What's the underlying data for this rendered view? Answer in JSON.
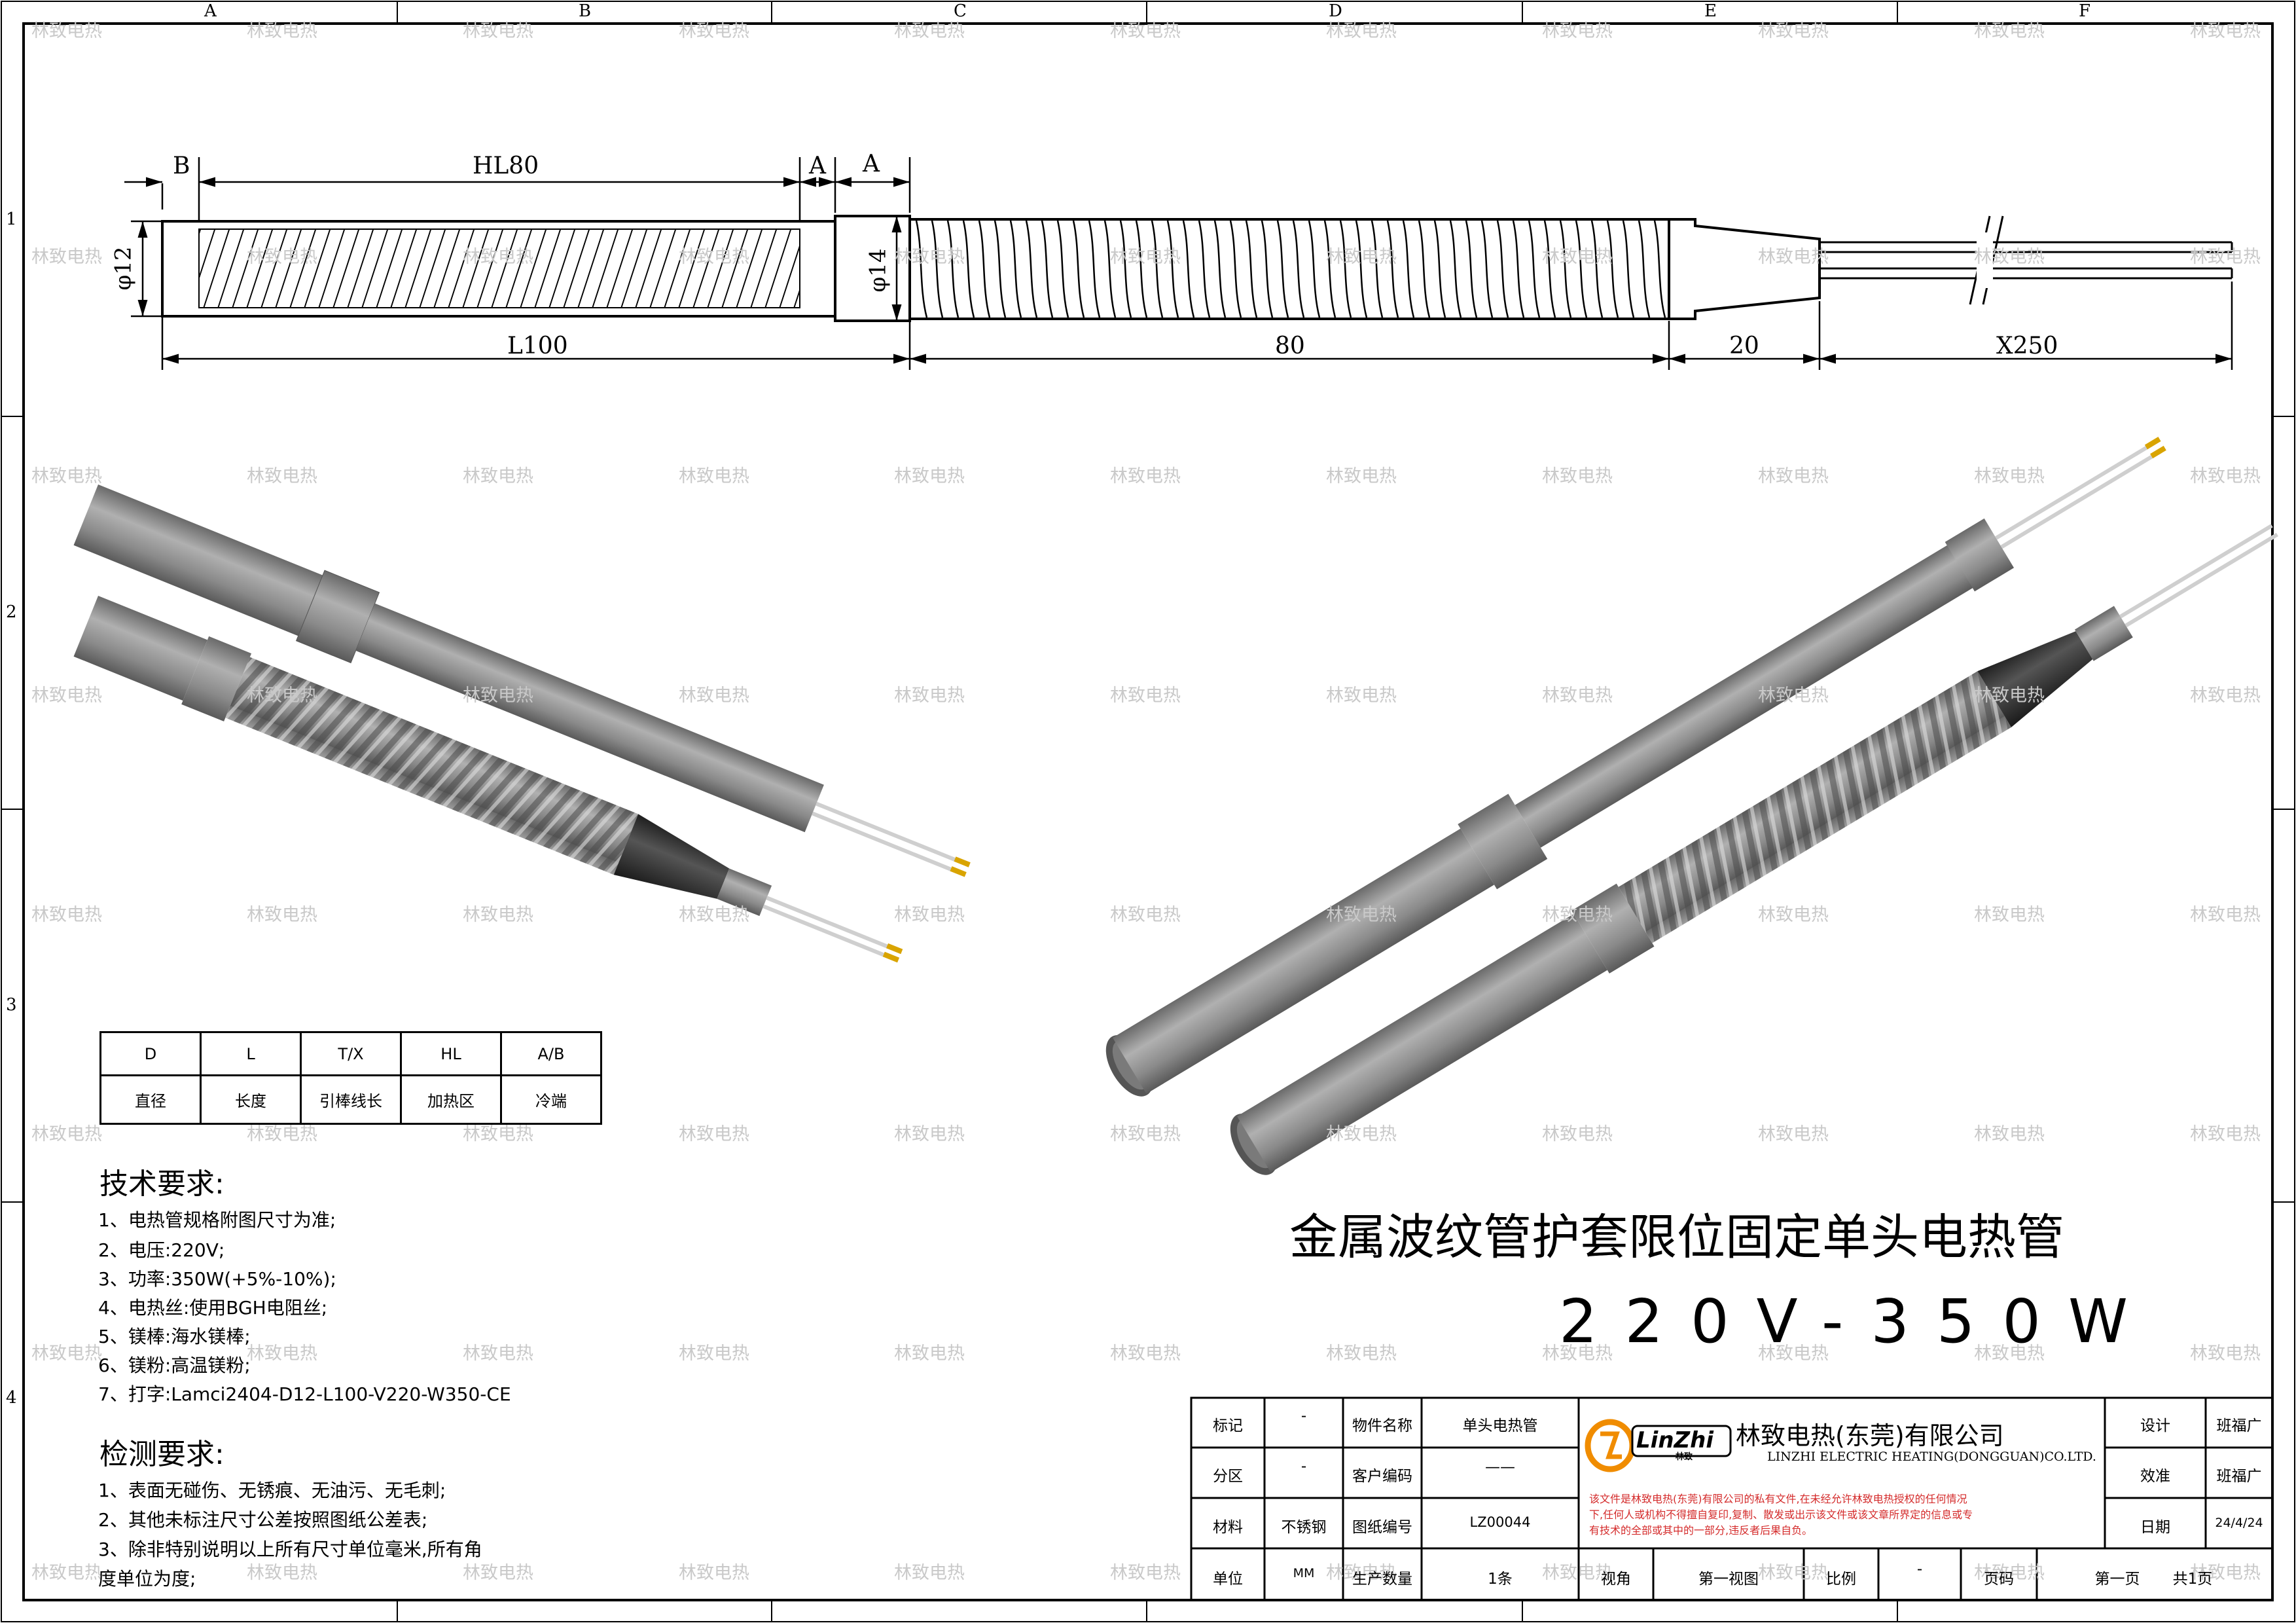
{
  "grid": {
    "columns": [
      "A",
      "B",
      "C",
      "D",
      "E",
      "F"
    ],
    "rows": [
      "1",
      "2",
      "3",
      "4"
    ]
  },
  "watermark": "林致电热",
  "dimensions": {
    "b": "B",
    "hl": "HL80",
    "a1": "A",
    "a2": "A",
    "d12": "φ12",
    "d14": "φ14",
    "l100": "L100",
    "len80": "80",
    "len20": "20",
    "x250": "X250"
  },
  "spec_table": {
    "headers": [
      "D",
      "L",
      "T/X",
      "HL",
      "A/B"
    ],
    "values": [
      "直径",
      "长度",
      "引棒线长",
      "加热区",
      "冷端"
    ]
  },
  "tech_requirements": {
    "title": "技术要求:",
    "items": [
      "1、电热管规格附图尺寸为准;",
      "2、电压:220V;",
      "3、功率:350W(+5%-10%);",
      "4、电热丝:使用BGH电阻丝;",
      "5、镁棒:海水镁棒;",
      "6、镁粉:高温镁粉;",
      "7、打字:Lamci2404-D12-L100-V220-W350-CE"
    ]
  },
  "inspection_requirements": {
    "title": "检测要求:",
    "items": [
      "1、表面无碰伤、无锈痕、无油污、无毛刺;",
      "2、其他未标注尺寸公差按照图纸公差表;",
      "3、除非特别说明以上所有尺寸单位毫米,所有角",
      "度单位为度;"
    ]
  },
  "product_title": "金属波纹管护套限位固定单头电热管",
  "product_subtitle": "220V-350W",
  "title_block": {
    "mark_label": "标记",
    "mark_value": "-",
    "zone_label": "分区",
    "zone_value": "-",
    "material_label": "材料",
    "material_value": "不锈钢",
    "unit_label": "单位",
    "unit_value": "MM",
    "part_name_label": "物件名称",
    "part_name_value": "单头电热管",
    "customer_code_label": "客户编码",
    "customer_code_value": "——",
    "drawing_no_label": "图纸编号",
    "drawing_no_value": "LZ00044",
    "qty_label": "生产数量",
    "qty_value": "1条",
    "view_label": "视角",
    "view_value": "第一视图",
    "scale_label": "比例",
    "scale_value": "-",
    "page_label": "页码",
    "page_value": "第一页",
    "page_total": "共1页",
    "design_label": "设计",
    "design_value": "班福广",
    "check_label": "效准",
    "check_value": "班福广",
    "date_label": "日期",
    "date_value": "24/4/24",
    "logo_text": "LinZhi",
    "logo_sub": "林致",
    "company_cn": "林致电热(东莞)有限公司",
    "company_en": "LINZHI ELECTRIC HEATING(DONGGUAN)CO.LTD.",
    "notice": [
      "该文件是林致电热(东莞)有限公司的私有文件,在未经允许林致电热授权的任何情况",
      "下,任何人或机构不得擅自复印,复制、散发或出示该文件或该文章所界定的信息或专",
      "有技术的全部或其中的一部分,违反者后果自负。"
    ]
  },
  "colors": {
    "line": "#000000",
    "watermark": "#c9c9c9",
    "tube": "#8e8e8e",
    "tube_dark": "#3a3a3a",
    "wire": "#c8c8c8",
    "pin": "#d9a400",
    "notice_red": "#d42b2b",
    "logo_orange": "#f08c00"
  }
}
